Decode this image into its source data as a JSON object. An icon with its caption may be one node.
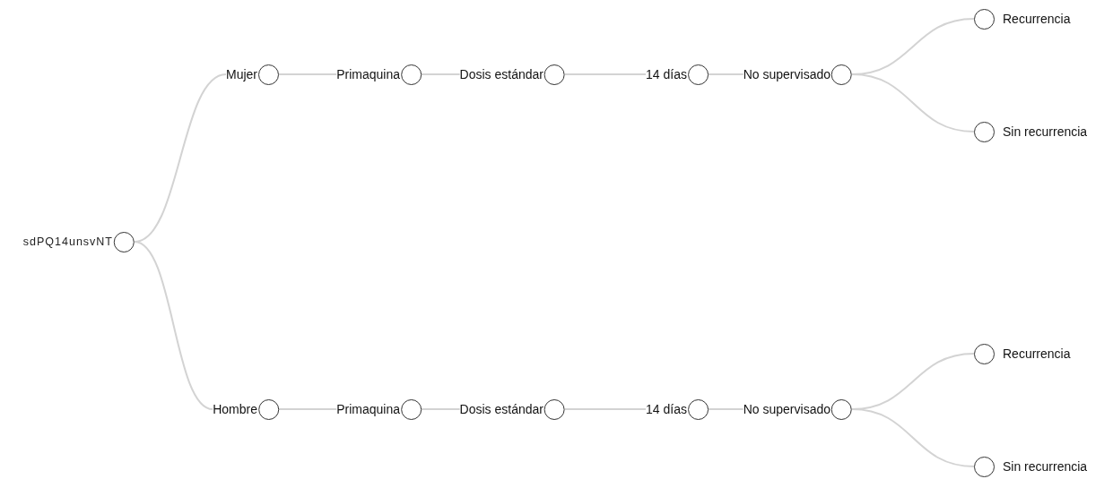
{
  "diagram": {
    "nodes": [
      {
        "text": [
          "sdPQ14unsvNT"
        ]
      },
      {
        "text": [
          "Mujer"
        ]
      },
      {
        "text": [
          "Primaquina"
        ]
      },
      {
        "text": [
          "Dosis estándar"
        ]
      },
      {
        "text": [
          "14 días"
        ]
      },
      {
        "text": [
          "No supervisado"
        ]
      },
      {
        "text": [
          "Recurrencia"
        ]
      },
      {
        "text": [
          "Sin recurrencia"
        ]
      },
      {
        "text": [
          "Hombre"
        ]
      },
      {
        "text": [
          "Primaquina"
        ]
      },
      {
        "text": [
          "Dosis estándar"
        ]
      },
      {
        "text": [
          "14 días"
        ]
      },
      {
        "text": [
          "No supervisado"
        ]
      },
      {
        "text": [
          "Recurrencia"
        ]
      },
      {
        "text": [
          "Sin recurrencia"
        ]
      }
    ],
    "edges": [
      {
        "from": 0,
        "to": 1,
        "arrow": "none"
      },
      {
        "from": 1,
        "to": 2,
        "arrow": "none"
      },
      {
        "from": 2,
        "to": 3,
        "arrow": "none"
      },
      {
        "from": 3,
        "to": 4,
        "arrow": "none"
      },
      {
        "from": 4,
        "to": 5,
        "arrow": "none"
      },
      {
        "from": 5,
        "to": 6,
        "arrow": "none"
      },
      {
        "from": 5,
        "to": 7,
        "arrow": "none"
      },
      {
        "from": 0,
        "to": 8,
        "arrow": "none"
      },
      {
        "from": 8,
        "to": 9,
        "arrow": "none"
      },
      {
        "from": 9,
        "to": 10,
        "arrow": "none"
      },
      {
        "from": 10,
        "to": 11,
        "arrow": "none"
      },
      {
        "from": 11,
        "to": 12,
        "arrow": "none"
      },
      {
        "from": 12,
        "to": 13,
        "arrow": "none"
      },
      {
        "from": 12,
        "to": 14,
        "arrow": "none"
      }
    ]
  }
}
